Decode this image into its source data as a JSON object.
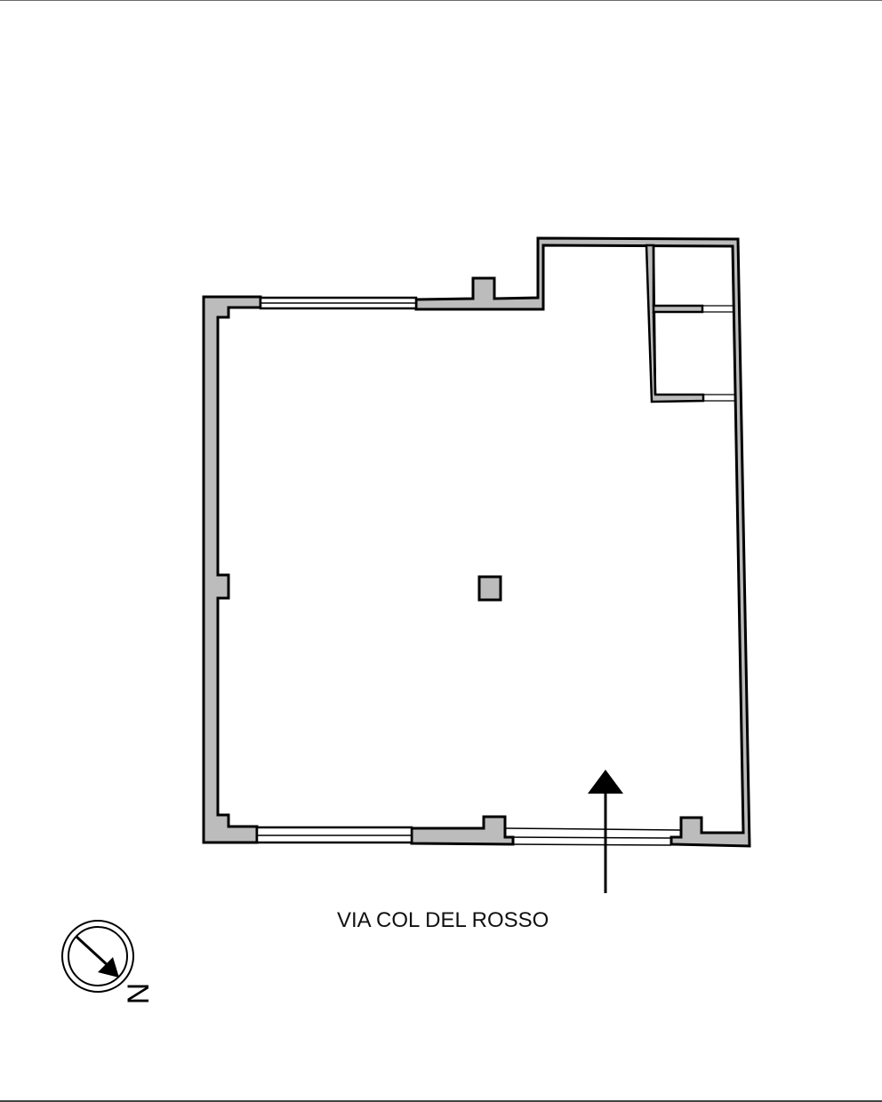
{
  "plan": {
    "street_label": "VIA COL DEL ROSSO",
    "north_label": "N",
    "entrance_arrow": "entrance-arrow",
    "colors": {
      "wall_fill": "#bcbcbc",
      "wall_stroke": "#000000",
      "glazing_fill": "#ffffff",
      "background": "#ffffff"
    },
    "elements": {
      "column_count": 1,
      "window_count": 5,
      "small_rooms": 2
    }
  },
  "compass": {
    "icon": "north-compass-icon",
    "direction": "south-east arrow"
  }
}
